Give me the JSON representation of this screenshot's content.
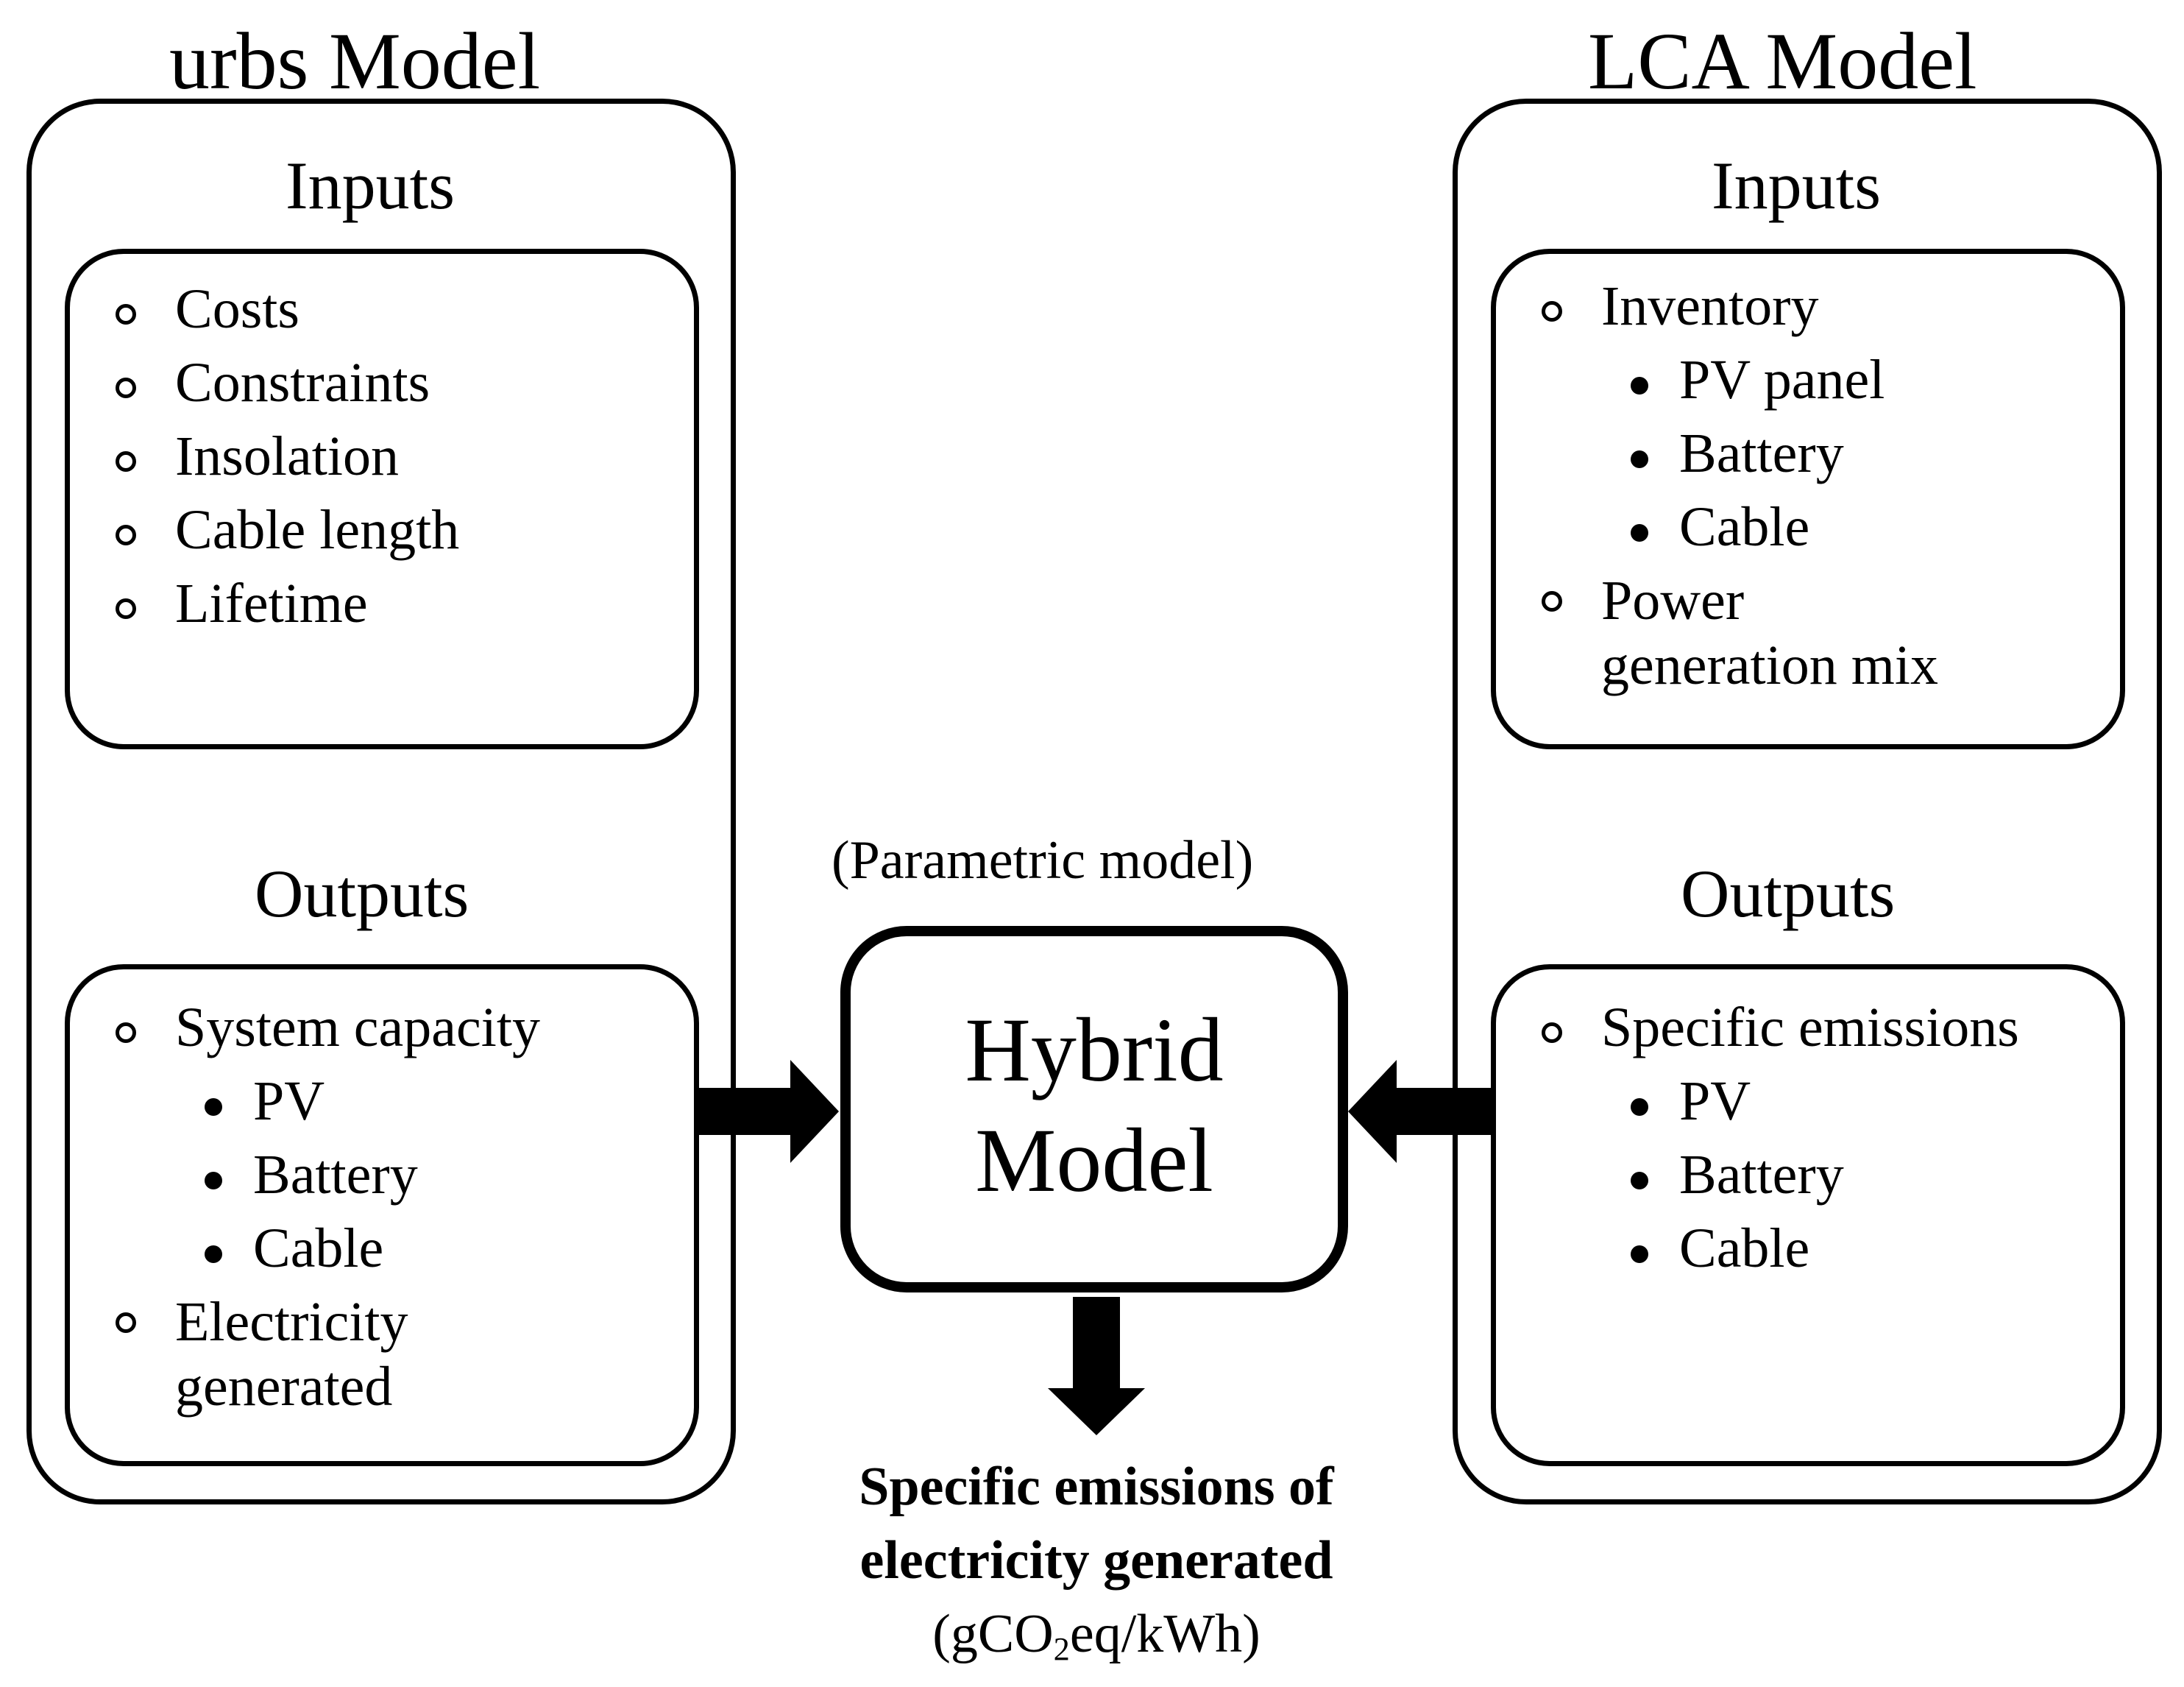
{
  "urbs": {
    "title": "urbs Model",
    "inputs_heading": "Inputs",
    "inputs": [
      "Costs",
      "Constraints",
      "Insolation",
      "Cable length",
      "Lifetime"
    ],
    "outputs_heading": "Outputs",
    "outputs": {
      "system_capacity": "System capacity",
      "sub": [
        "PV",
        "Battery",
        "Cable"
      ],
      "electricity_line1": "Electricity",
      "electricity_line2": "generated"
    }
  },
  "lca": {
    "title": "LCA Model",
    "inputs_heading": "Inputs",
    "inputs": {
      "inventory": "Inventory",
      "inventory_sub": [
        "PV panel",
        "Battery",
        "Cable"
      ],
      "power_line1": "Power",
      "power_line2": "generation mix"
    },
    "outputs_heading": "Outputs",
    "outputs": {
      "specific_emissions": "Specific emissions",
      "sub": [
        "PV",
        "Battery",
        "Cable"
      ]
    }
  },
  "hybrid": {
    "parametric_label": "(Parametric model)",
    "line1": "Hybrid",
    "line2": "Model"
  },
  "result": {
    "line1": "Specific emissions of",
    "line2": "electricity generated",
    "unit_prefix": "(gCO",
    "unit_sub": "2",
    "unit_suffix": "eq/kWh)"
  }
}
